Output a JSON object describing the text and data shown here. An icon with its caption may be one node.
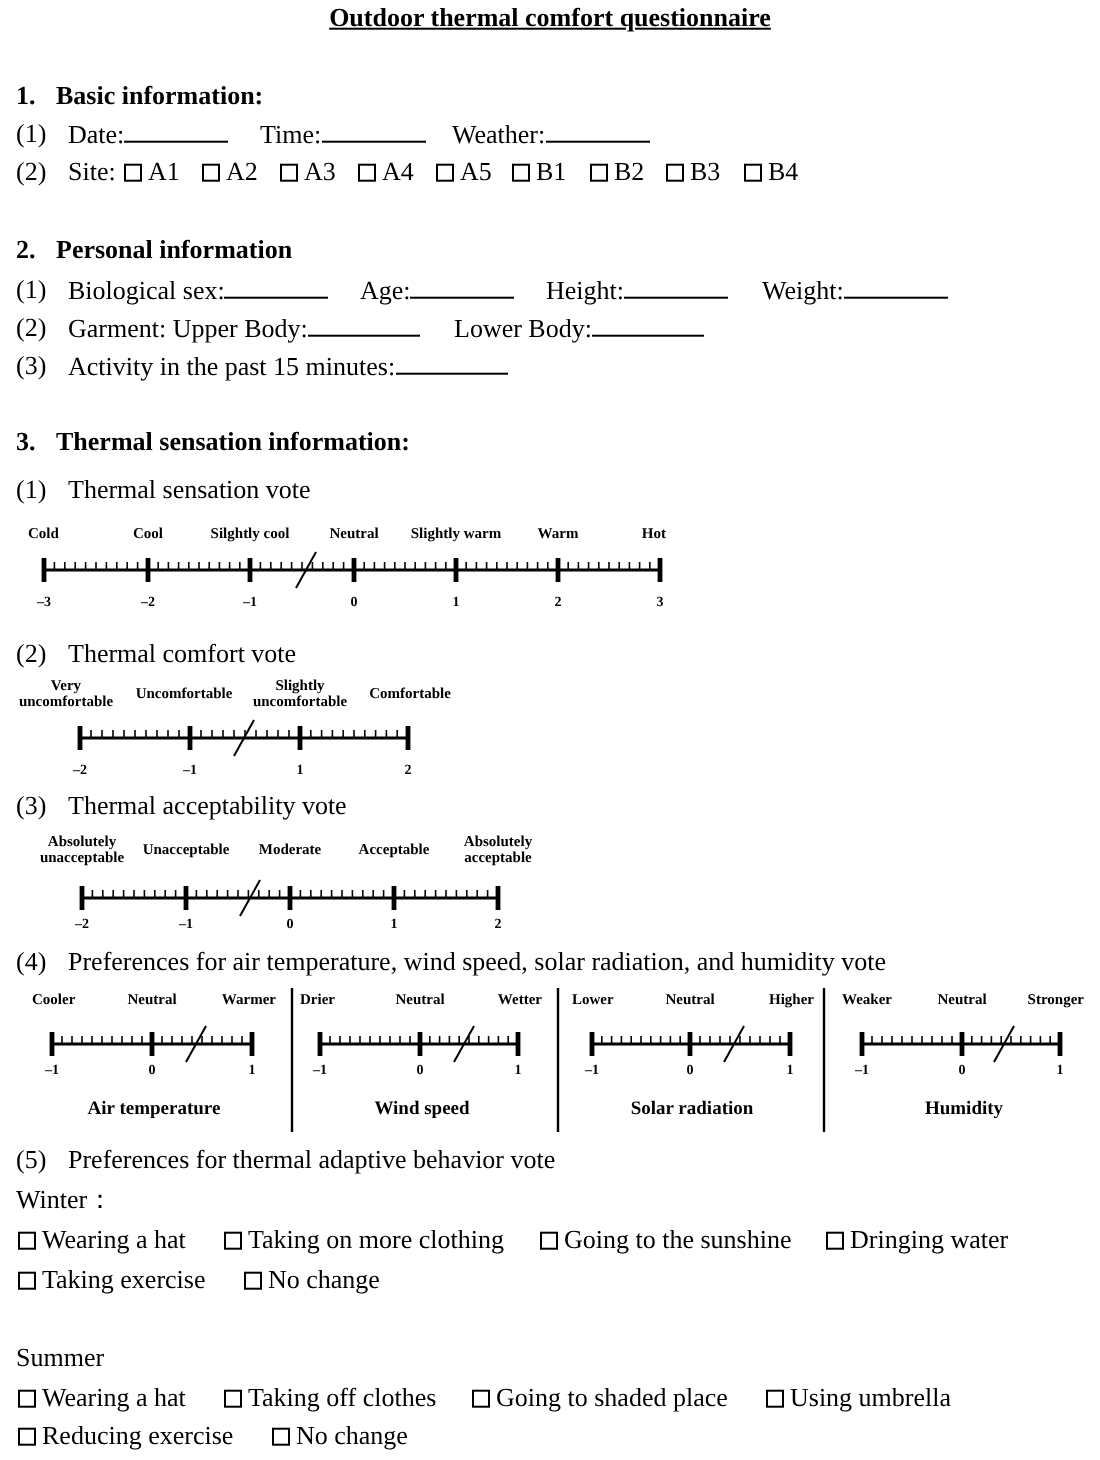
{
  "diagram": {
    "title": "Outdoor thermal comfort questionnaire",
    "labels": [
      "1.",
      "Basic information:",
      "(1)",
      "Date:",
      "Time:",
      "Weather:",
      "(2)",
      "Site:",
      "A1",
      "A2",
      "A3",
      "A4",
      "A5",
      "B1",
      "B2",
      "B3",
      "B4",
      "2.",
      "Personal information",
      "(1)",
      "Biological sex:",
      "Age:",
      "Height:",
      "Weight:",
      "(2)",
      "Garment: Upper Body:",
      "Lower Body:",
      "(3)",
      "Activity in the past 15 minutes:",
      "3.",
      "Thermal sensation information:",
      "(1)",
      "Thermal sensation vote",
      "Cold",
      "Cool",
      "Silghtly cool",
      "Neutral",
      "Slightly warm",
      "Warm",
      "Hot",
      "–3",
      "–2",
      "–1",
      "0",
      "1",
      "2",
      "3",
      "(2)",
      "Thermal comfort vote",
      "Very uncomfortable",
      "Uncomfortable",
      "Slightly uncomfortable",
      "Comfortable",
      "–2",
      "–1",
      "1",
      "2",
      "(3)",
      "Thermal acceptability vote",
      "Absolutely unacceptable",
      "Unacceptable",
      "Moderate",
      "Acceptable",
      "Absolutely acceptable",
      "–2",
      "–1",
      "0",
      "1",
      "2",
      "(4)",
      "Preferences for air temperature, wind speed, solar radiation, and humidity vote",
      "Cooler",
      "Neutral",
      "Warmer",
      "–1",
      "0",
      "1",
      "Air temperature",
      "Drier",
      "Neutral",
      "Wetter",
      "–1",
      "0",
      "1",
      "Wind speed",
      "Lower",
      "Neutral",
      "Higher",
      "–1",
      "0",
      "1",
      "Solar radiation",
      "Weaker",
      "Neutral",
      "Stronger",
      "–1",
      "0",
      "1",
      "Humidity",
      "(5)",
      "Preferences for thermal adaptive behavior vote",
      "Winter：",
      "Wearing a hat",
      "Taking on more clothing",
      "Going to the sunshine",
      "Dringing water",
      "Taking exercise",
      "No change",
      "Summer",
      "Wearing a hat",
      "Taking off clothes",
      "Going to shaded place",
      "Using umbrella",
      "Reducing exercise",
      "No change"
    ]
  }
}
